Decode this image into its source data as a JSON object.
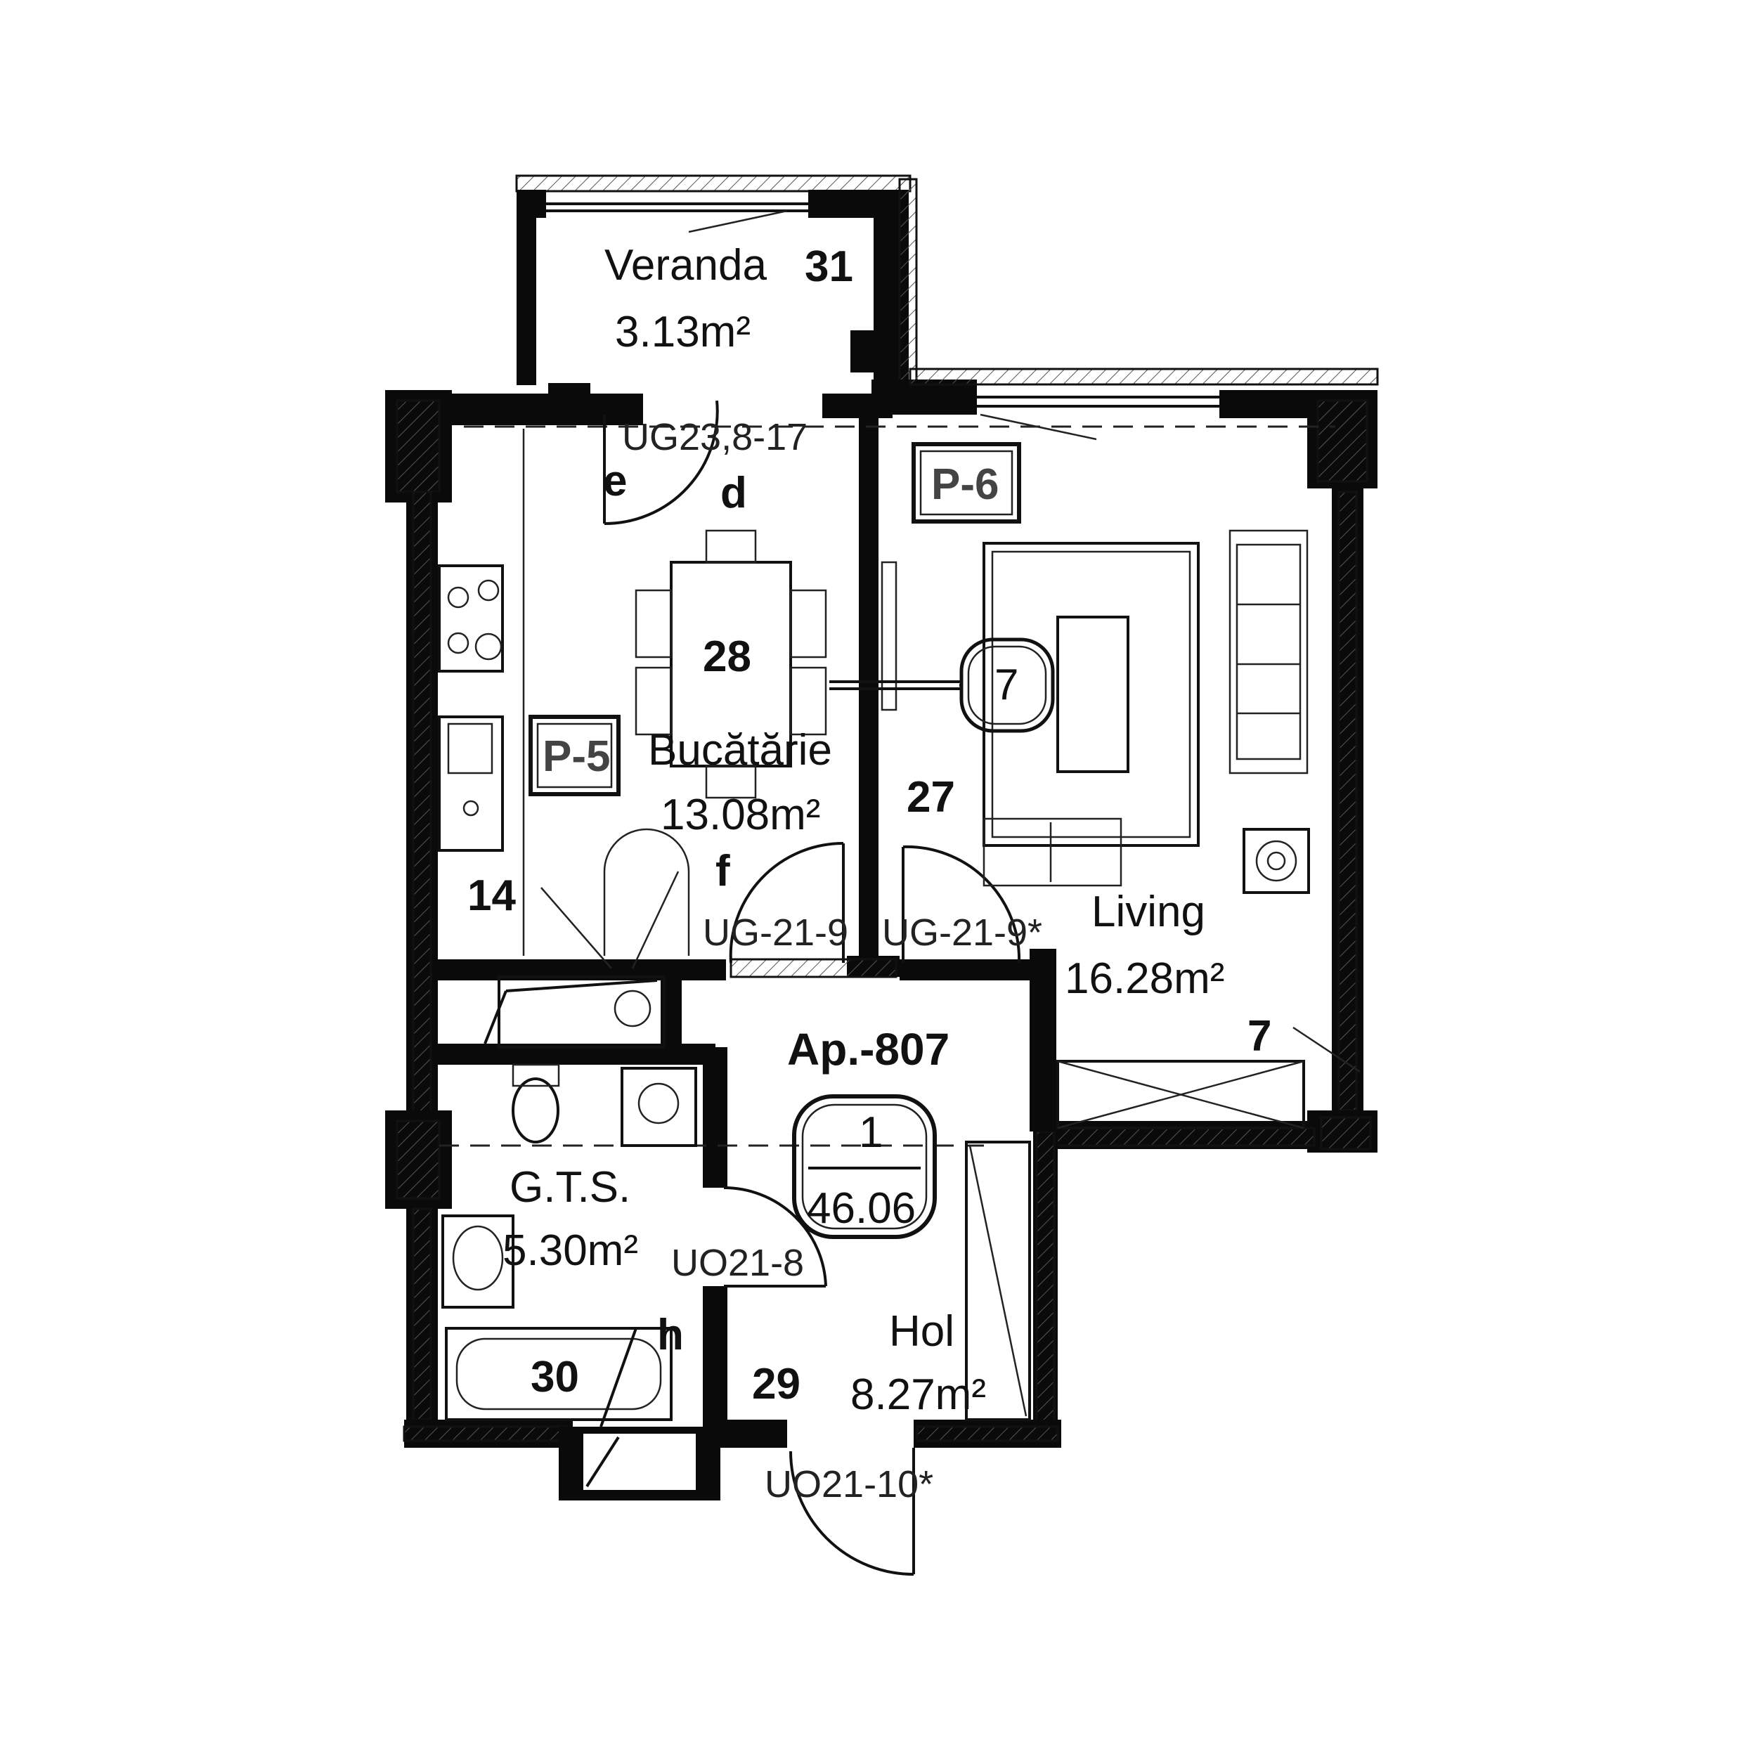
{
  "apartment": {
    "title": "Ap.-807",
    "code": "1",
    "area": "46.06"
  },
  "rooms": {
    "veranda": {
      "name": "Veranda",
      "area": "3.13m²",
      "number": "31"
    },
    "kitchen": {
      "name": "Bucătărie",
      "area": "13.08m²",
      "number": "28"
    },
    "living": {
      "name": "Living",
      "area": "16.28m²",
      "number": "27"
    },
    "bathroom": {
      "name": "G.T.S.",
      "area": "5.30m²",
      "number": "30"
    },
    "hall": {
      "name": "Hol",
      "area": "8.27m²",
      "number": "29"
    }
  },
  "doors": {
    "veranda_door": "UG23,8-17",
    "kitchen_door": "UG-21-9",
    "living_door": "UG-21-9*",
    "bath_door": "UO21-8",
    "entry_door": "UO21-10*"
  },
  "panel_tags": {
    "kitchen_panel": "P-5",
    "living_panel": "P-6"
  },
  "markers": {
    "d": "d",
    "e": "e",
    "f": "f",
    "h": "h",
    "n14": "14",
    "n7_living": "7",
    "n7_circle": "7"
  },
  "colors": {
    "wall": "#0a0a0a",
    "background": "#ffffff",
    "tag_text": "#444444"
  }
}
